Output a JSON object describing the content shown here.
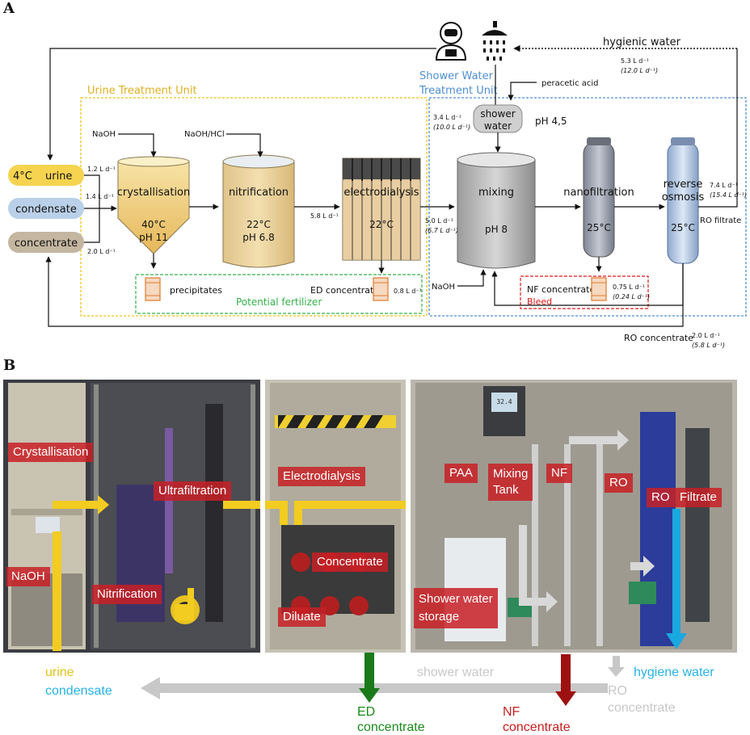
{
  "panel_a": {
    "letter": "A",
    "units": {
      "urine_treatment": "Urine Treatment Unit",
      "shower_treatment_1": "Shower Water",
      "shower_treatment_2": "Treatment Unit"
    },
    "inputs": {
      "urine": "urine",
      "urine_temp": "4°C",
      "condensate": "condensate",
      "concentrate": "concentrate"
    },
    "flows": {
      "urine": "1.2 L d⁻¹",
      "condensate": "1.4 L d⁻¹",
      "concentrate": "2.0 L d⁻¹",
      "nitr_to_ed": "5.8 L d⁻¹",
      "ed_to_mix": "5.0 L d⁻¹",
      "ed_to_mix_alt": "(6.7 L d⁻¹)",
      "shower": "3.4 L d⁻¹",
      "shower_alt": "(10.0 L d⁻¹)",
      "ro_filtrate": "7.4 L d⁻¹",
      "ro_filtrate_alt": "(15.4 L d⁻¹)",
      "hygienic": "5.3 L d⁻¹",
      "hygienic_alt": "(12.0 L d⁻¹)",
      "ed_concentrate": "0.8 L d⁻¹",
      "nf_concentrate": "0.75 L d⁻¹",
      "nf_concentrate_alt": "(0.24 L d⁻¹)",
      "ro_concentrate": "2.0 L d⁻¹",
      "ro_concentrate_alt": "(5.8 L d⁻¹)"
    },
    "chemicals": {
      "naoh": "NaOH",
      "naoh_hcl": "NaOH/HCl",
      "paa": "peracetic acid",
      "naoh_mix": "NaOH"
    },
    "crystallisation": {
      "name": "crystallisation",
      "temp": "40°C",
      "ph": "pH 11"
    },
    "nitrification": {
      "name": "nitrification",
      "temp": "22°C",
      "ph": "pH 6.8"
    },
    "electrodialysis": {
      "name": "electrodialysis",
      "temp": "22°C"
    },
    "shower_tank": {
      "line1": "shower",
      "line2": "water",
      "ph": "pH 4,5"
    },
    "mixing": {
      "name": "mixing",
      "ph": "pH 8"
    },
    "nanofiltration": {
      "name": "nanofiltration",
      "temp": "25°C"
    },
    "reverse_osmosis": {
      "line1": "reverse",
      "line2": "osmosis",
      "temp": "25°C"
    },
    "outputs": {
      "precipitates": "precipitates",
      "ed_concentrate": "ED concentrate",
      "potential_fertilizer": "Potential fertilizer",
      "nf_concentrate": "NF concentrate",
      "bleed": "Bleed",
      "ro_filtrate": "RO filtrate",
      "ro_concentrate": "RO concentrate",
      "hygienic_water": "hygienic water"
    },
    "colors": {
      "urine_box": "#f6d44f",
      "condensate_box": "#b9d0e8",
      "concentrate_box": "#c4b6a0",
      "urine_unit": "#f0c419",
      "shower_unit": "#4f8fd1",
      "fertilizer": "#35b04a",
      "bleed": "#e01818"
    }
  },
  "panel_b": {
    "letter": "B",
    "labels": {
      "crystallisation": "Crystallisation",
      "ultrafiltration": "Ultrafiltration",
      "naoh": "NaOH",
      "nitrification": "Nitrification",
      "electrodialysis": "Electrodialysis",
      "concentrate": "Concentrate",
      "diluate": "Diluate",
      "paa": "PAA",
      "mixing_1": "Mixing",
      "mixing_2": "Tank",
      "nf": "NF",
      "ro": "RO",
      "ro_filtrate_1": "RO",
      "ro_filtrate_2": "Filtrate",
      "shower_storage_1": "Shower water",
      "shower_storage_2": "storage"
    },
    "display_value": "32.4",
    "bottom": {
      "urine": "urine",
      "condensate": "condensate",
      "shower_water": "shower water",
      "ed_1": "ED",
      "ed_2": "concentrate",
      "nf_1": "NF",
      "nf_2": "concentrate",
      "ro_1": "RO",
      "ro_2": "concentrate",
      "hygiene_water": "hygiene water"
    },
    "colors": {
      "yellow": "#f2cc20",
      "grey": "#c8c8c8",
      "green": "#1a7a1a",
      "red": "#9e1111",
      "blue": "#19a8e0",
      "urine_text": "#e8c21a",
      "condensate_text": "#27b2e6",
      "ed_text": "#1a8a1a",
      "nf_text": "#c81e1e"
    }
  }
}
